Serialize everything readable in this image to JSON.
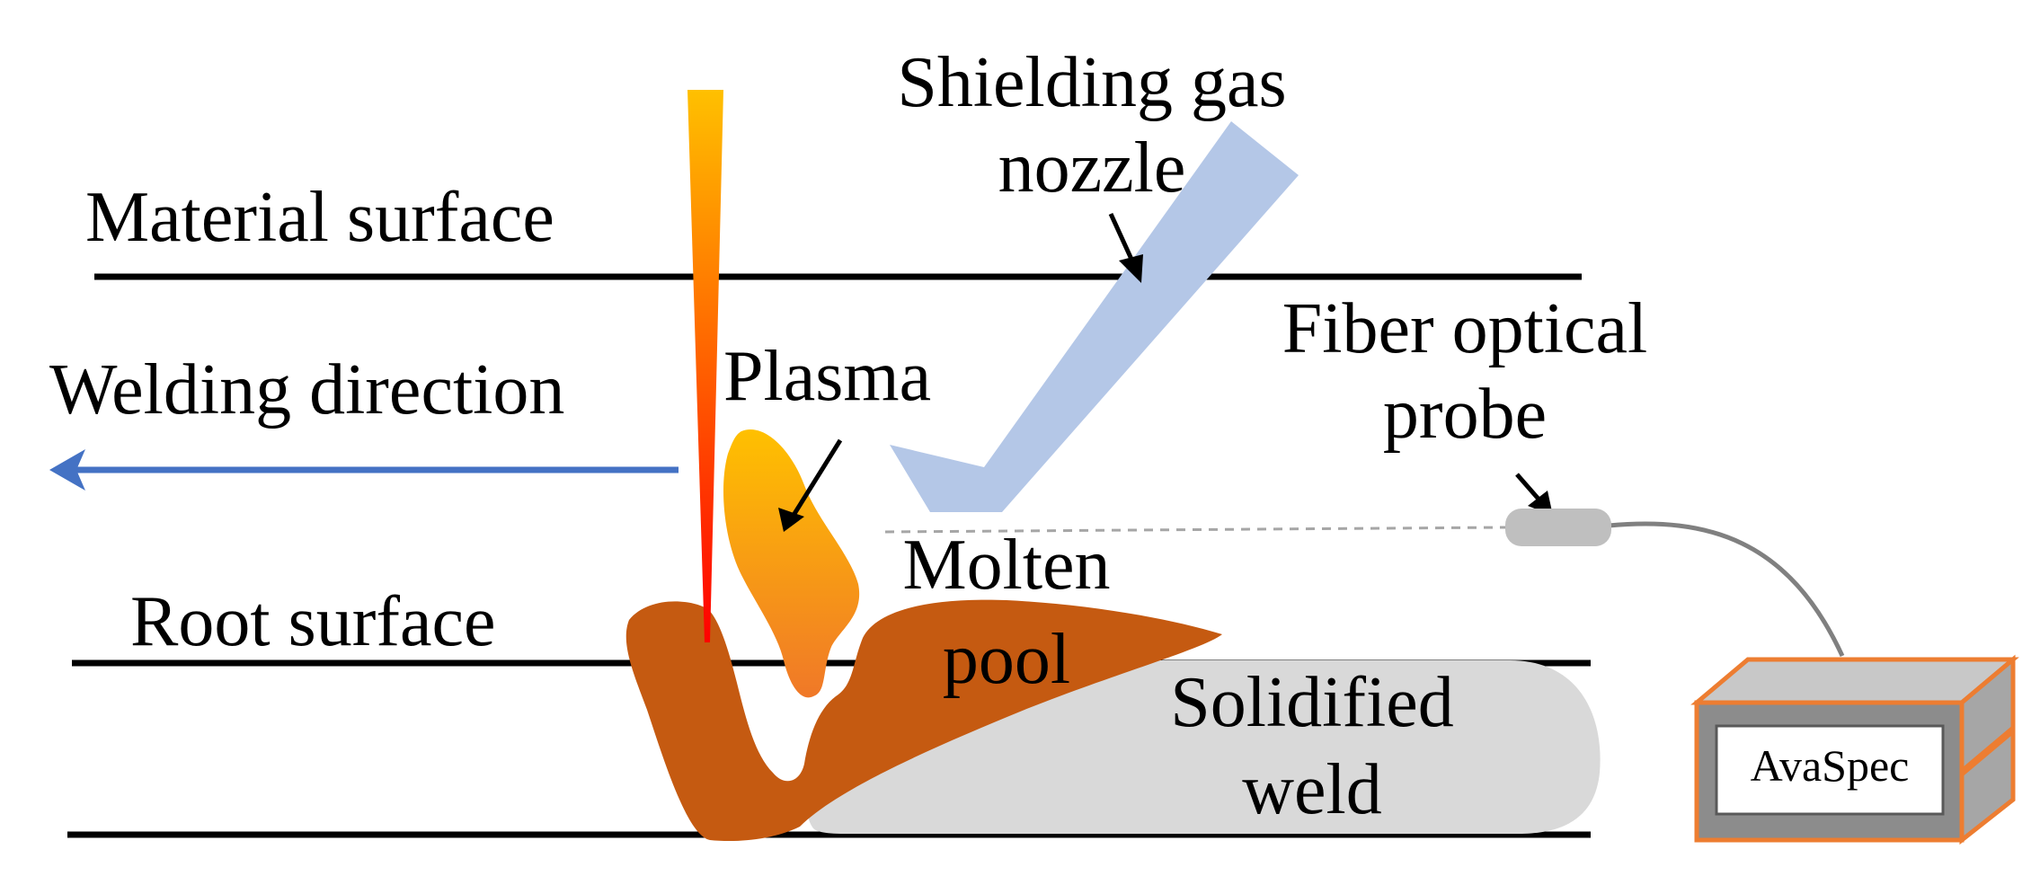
{
  "labels": {
    "shielding_gas_line1": "Shielding gas",
    "shielding_gas_line2": "nozzle",
    "material_surface": "Material surface",
    "welding_direction": "Welding direction",
    "plasma": "Plasma",
    "fiber_probe_line1": "Fiber optical",
    "fiber_probe_line2": "probe",
    "molten_pool_line1": "Molten",
    "molten_pool_line2": "pool",
    "root_surface": "Root surface",
    "solidified_weld_line1": "Solidified",
    "solidified_weld_line2": "weld",
    "spectrometer": "AvaSpec"
  },
  "colors": {
    "laser_top": "#ffc000",
    "laser_bottom": "#ff0000",
    "plasma_top": "#ffc000",
    "plasma_bottom": "#f07828",
    "nozzle": "#b4c7e7",
    "molten_pool": "#c55a11",
    "solidified_weld": "#d9d9d9",
    "direction_arrow": "#4472c4",
    "probe": "#bfbfbf",
    "spectrometer_frame": "#ed7d31",
    "spectrometer_body": "#a6a6a6",
    "spectrometer_text": "#1f2a8a"
  },
  "icons": {
    "direction": "left-arrow-icon",
    "probe": "fiber-probe-icon",
    "spectrometer": "spectrometer-box-icon"
  }
}
